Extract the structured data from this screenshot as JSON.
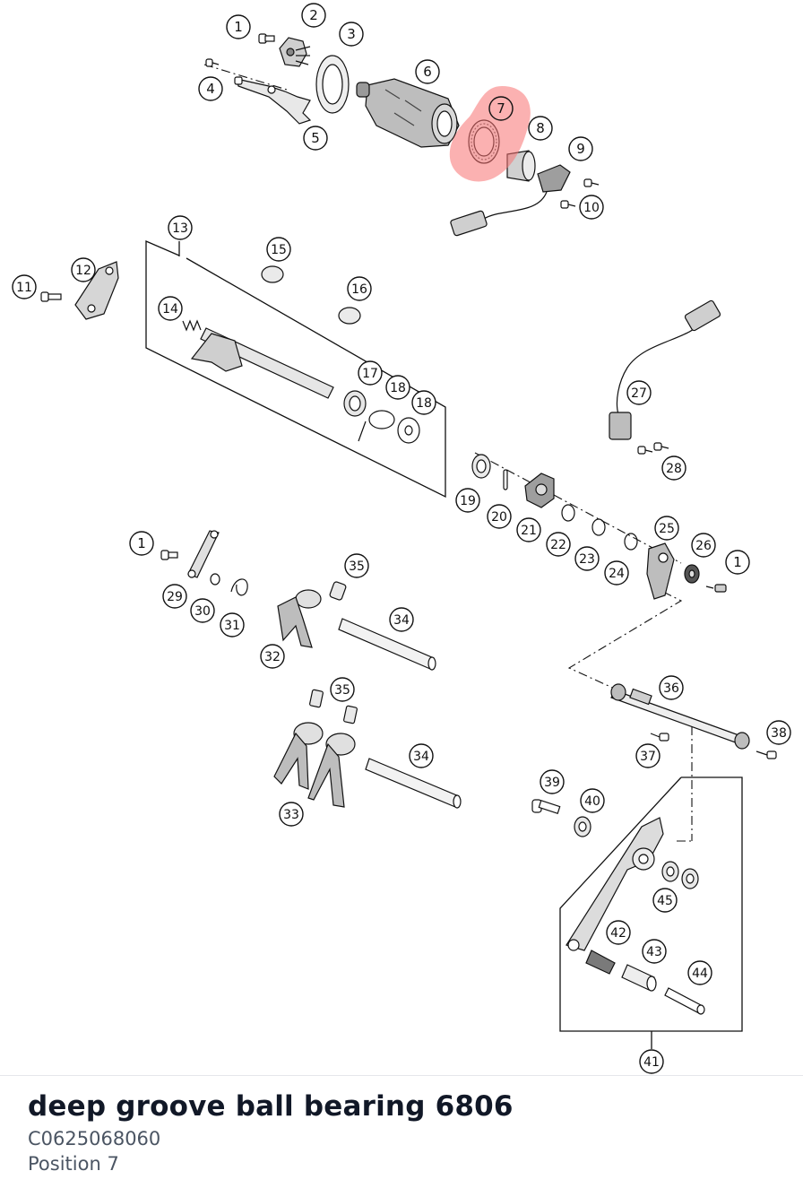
{
  "diagram": {
    "callouts": [
      "1",
      "2",
      "3",
      "4",
      "5",
      "6",
      "7",
      "8",
      "9",
      "10",
      "11",
      "12",
      "13",
      "14",
      "15",
      "16",
      "17",
      "18",
      "18",
      "19",
      "20",
      "21",
      "22",
      "23",
      "24",
      "25",
      "26",
      "1",
      "27",
      "28",
      "1",
      "29",
      "30",
      "31",
      "32",
      "35",
      "34",
      "35",
      "34",
      "33",
      "36",
      "37",
      "38",
      "39",
      "40",
      "41",
      "42",
      "43",
      "44",
      "45"
    ],
    "highlighted_position": "7",
    "highlight_color": "#f87171",
    "line_color": "#111111"
  },
  "part": {
    "title": "deep groove ball bearing 6806",
    "number": "C0625068060",
    "position": "Position 7"
  }
}
